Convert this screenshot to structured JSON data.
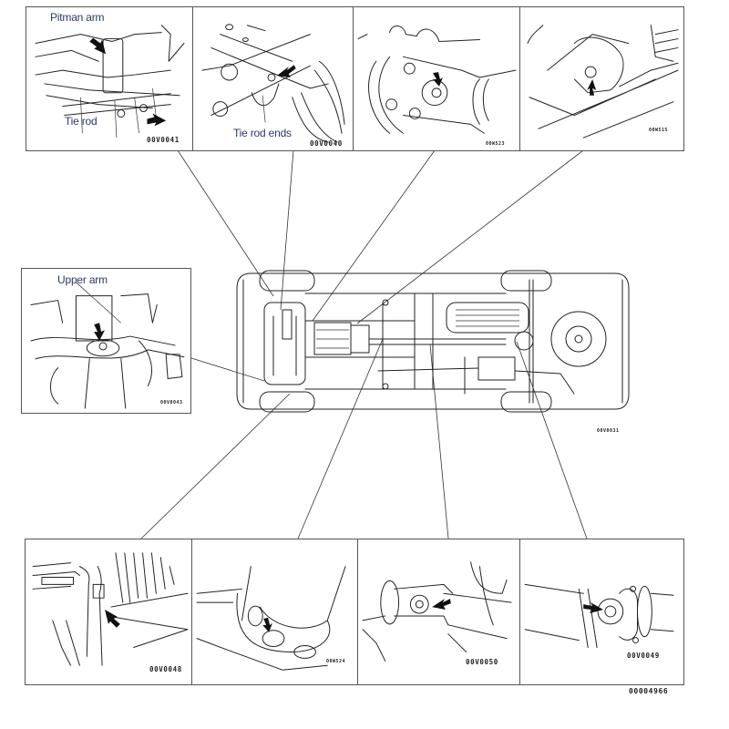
{
  "figure": {
    "code": "00004966",
    "subject": "Vehicle underside lubrication / inspection points",
    "vehicle_code": "00V0031"
  },
  "panels": {
    "top": [
      {
        "label": "Pitman arm",
        "label2": "Tie rod",
        "code": "00V0041"
      },
      {
        "label": "Tie rod ends",
        "code": "00V0040"
      },
      {
        "label": "",
        "code": "00W523"
      },
      {
        "label": "",
        "code": "00W515"
      }
    ],
    "middle_left": {
      "label": "Upper arm",
      "code": "00V0043"
    },
    "bottom": [
      {
        "label": "",
        "code": "00V0048"
      },
      {
        "label": "",
        "code": "00W524"
      },
      {
        "label": "",
        "code": "00V0050"
      },
      {
        "label": "",
        "code": "00V0049"
      }
    ]
  },
  "icons": {
    "pointer": "arrow-pointer-icon"
  }
}
